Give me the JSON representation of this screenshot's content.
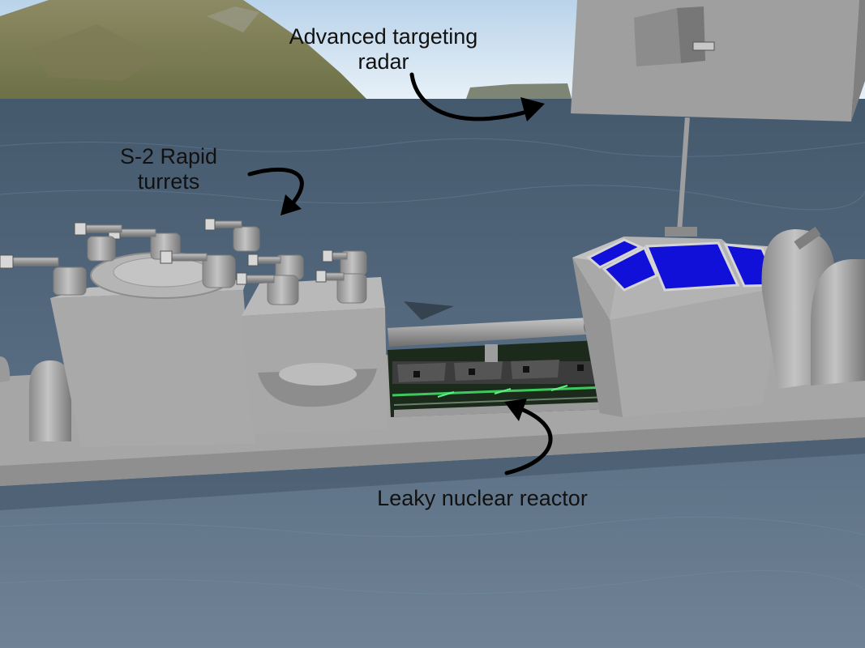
{
  "annotations": {
    "radar": {
      "line1": "Advanced targeting",
      "line2": "radar"
    },
    "turrets": {
      "line1": "S-2 Rapid",
      "line2": "turrets"
    },
    "reactor": {
      "text": "Leaky nuclear reactor"
    }
  },
  "colors": {
    "sky": "#dbe9f4",
    "sea": "#4f6478",
    "hull": "#a9a9a9",
    "window_blue": "#1010d8",
    "reactor_green": "#3ec860",
    "arrow": "#000000"
  },
  "icons": [
    "radar-arrow-icon",
    "turrets-arrow-icon",
    "reactor-arrow-icon"
  ]
}
